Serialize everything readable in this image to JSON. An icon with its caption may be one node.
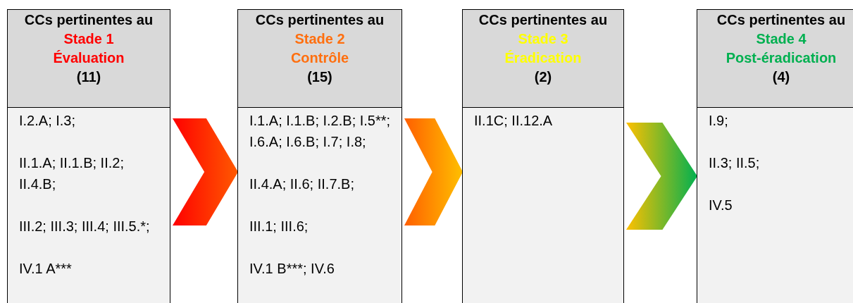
{
  "diagram": {
    "nodes": [
      {
        "text": [
          "CCs pertinentes au",
          "Stade 1",
          "Évaluation",
          "(11)",
          "I.2.A; I.3;",
          "II.1.A; II.1.B; II.2; II.4.B;",
          "III.2; III.3; III.4; III.5.*;",
          "IV.1 A***"
        ]
      },
      {
        "text": [
          "CCs pertinentes au",
          "Stade 2",
          "Contrôle",
          "(15)",
          "I.1.A; I.1.B; I.2.B; I.5**;  I.6.A; I.6.B; I.7; I.8;",
          "II.4.A; II.6; II.7.B;",
          "III.1; III.6;",
          "IV.1 B***; IV.6"
        ]
      },
      {
        "text": [
          "CCs pertinentes au",
          "Stade 3",
          "Éradication",
          "(2)",
          "II.1C; II.12.A"
        ]
      },
      {
        "text": [
          "CCs pertinentes au",
          "Stade 4",
          "Post-éradication",
          "(4)",
          "I.9;",
          "II.3; II.5;",
          "IV.5"
        ]
      }
    ],
    "edges": [
      {
        "from": 0,
        "to": 1,
        "arrow": "to"
      },
      {
        "from": 1,
        "to": 2,
        "arrow": "to"
      },
      {
        "from": 2,
        "to": 3,
        "arrow": "to"
      }
    ]
  }
}
